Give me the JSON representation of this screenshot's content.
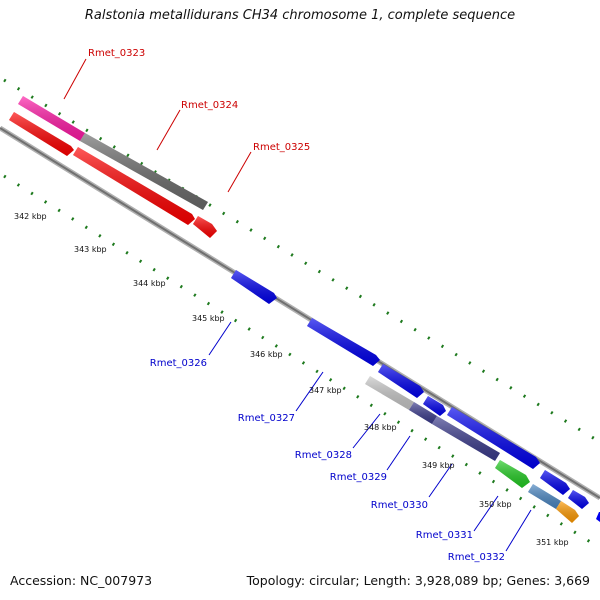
{
  "title": "Ralstonia metallidurans CH34 chromosome 1, complete sequence",
  "accession_text": "Accession: NC_007973",
  "topology_text": "Topology: circular; Length: 3,928,089 bp; Genes: 3,669",
  "colors": {
    "backbone": "#8a8a8a",
    "tick": "#1e7a1e",
    "label_top": "#cc0000",
    "label_bottom": "#0000cc"
  },
  "scale_labels": [
    "342 kbp",
    "343 kbp",
    "344 kbp",
    "345 kbp",
    "346 kbp",
    "347 kbp",
    "348 kbp",
    "349 kbp",
    "350 kbp",
    "351 kbp"
  ],
  "genes_top": [
    {
      "name": "Rmet_0323",
      "color": "#ff1aa6"
    },
    {
      "name": "Rmet_0324",
      "color": "#6b6b6b"
    },
    {
      "name": "Rmet_0325",
      "color": "#ff0000"
    }
  ],
  "genes_bottom": [
    {
      "name": "Rmet_0326",
      "color": "#0000ee"
    },
    {
      "name": "Rmet_0327",
      "color": "#0000ee"
    },
    {
      "name": "Rmet_0328",
      "color": "#c8c8c8"
    },
    {
      "name": "Rmet_0329",
      "color": "#3b3b8c"
    },
    {
      "name": "Rmet_0330",
      "color": "#0000ee"
    },
    {
      "name": "Rmet_0331",
      "color": "#22cc22"
    },
    {
      "name": "Rmet_0332",
      "color": "#4a86c2"
    }
  ]
}
